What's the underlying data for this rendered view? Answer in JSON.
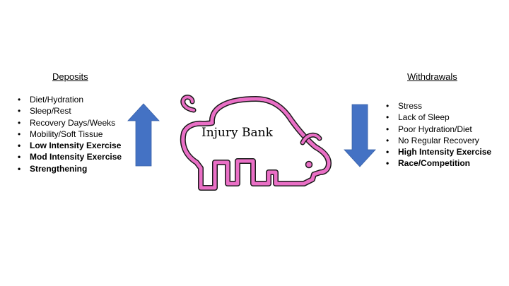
{
  "deposits": {
    "heading": "Deposits",
    "items": [
      {
        "label": "Diet/Hydration",
        "bold": false
      },
      {
        "label": "Sleep/Rest",
        "bold": false
      },
      {
        "label": "Recovery Days/Weeks",
        "bold": false
      },
      {
        "label": "Mobility/Soft Tissue",
        "bold": false
      },
      {
        "label": "Low Intensity Exercise",
        "bold": true
      },
      {
        "label": "Mod Intensity Exercise",
        "bold": true
      },
      {
        "label": "Strengthening",
        "bold": true
      }
    ]
  },
  "withdrawals": {
    "heading": "Withdrawals",
    "items": [
      {
        "label": "Stress",
        "bold": false
      },
      {
        "label": "Lack of Sleep",
        "bold": false
      },
      {
        "label": "Poor Hydration/Diet",
        "bold": false
      },
      {
        "label": "No Regular Recovery",
        "bold": false
      },
      {
        "label": "High Intensity Exercise",
        "bold": true
      },
      {
        "label": "Race/Competition",
        "bold": true
      }
    ]
  },
  "center": {
    "label": "Injury Bank",
    "icon": "piggy-bank-icon"
  },
  "icons": {
    "up": "up-arrow-icon",
    "down": "down-arrow-icon"
  },
  "colors": {
    "arrow_fill": "#4472c4",
    "pig_fill": "#ea6fc6",
    "pig_outline": "#1a1a1a",
    "background": "#ffffff",
    "text": "#000000"
  }
}
